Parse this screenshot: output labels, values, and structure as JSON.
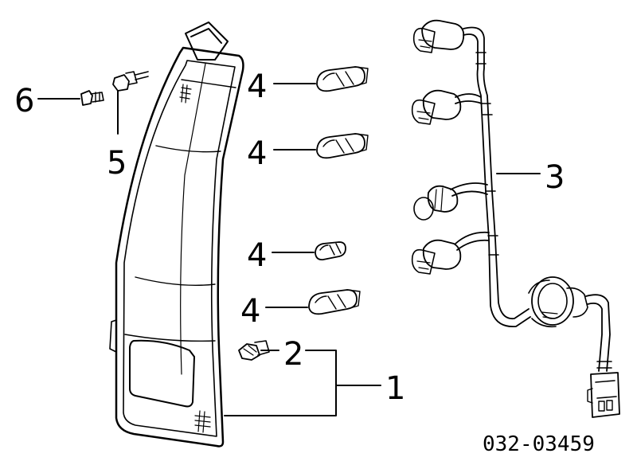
{
  "diagram": {
    "part_number": "032-03459",
    "callouts": {
      "lamp_assembly": "1",
      "socket": "2",
      "wire_harness": "3",
      "bulb_1": "4",
      "bulb_2": "4",
      "bulb_3": "4",
      "bulb_4": "4",
      "screw": "5",
      "clip": "6"
    }
  }
}
